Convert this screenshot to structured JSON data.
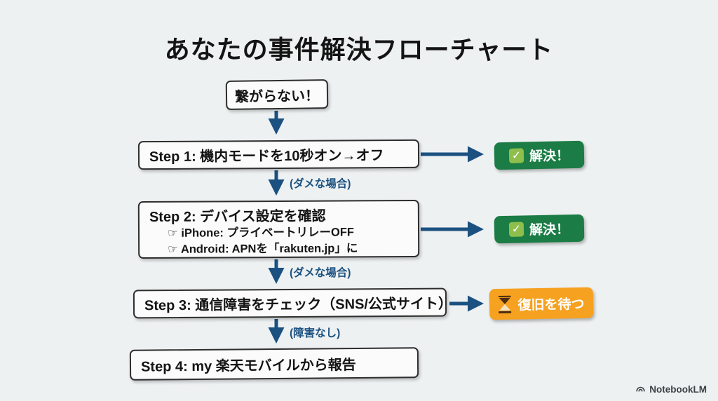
{
  "title": "あなたの事件解決フローチャート",
  "watermark": "NotebookLM",
  "flow": {
    "start_label": "繋がらない！",
    "steps": [
      {
        "title": "Step 1: 機内モードを10秒オン→オフ"
      },
      {
        "title": "Step 2: デバイス設定を確認",
        "details": [
          "☞ iPhone: プライベートリレーOFF",
          "☞ Android: APNを「rakuten.jp」に"
        ]
      },
      {
        "title": "Step 3: 通信障害をチェック（SNS/公式サイト）"
      },
      {
        "title": "Step 4: my 楽天モバイルから報告"
      }
    ],
    "branch_labels": [
      "(ダメな場合)",
      "(ダメな場合)",
      "(障害なし)"
    ],
    "outcomes": [
      {
        "icon": "check-badge",
        "glyph": "✓",
        "label": "解決！",
        "color": "#1b7c45"
      },
      {
        "icon": "check-badge",
        "glyph": "✓",
        "label": "解決！",
        "color": "#1b7c45"
      },
      {
        "icon": "hourglass",
        "label": "復旧を待つ",
        "color": "#f6a11f"
      }
    ]
  },
  "colors": {
    "background": "#eef1f2",
    "box_fill": "#fbfbfb",
    "box_border": "#2e2e2e",
    "arrow": "#1b5181",
    "success": "#1b7c45",
    "wait": "#f6a11f",
    "title_text": "#141414",
    "outcome_text": "#ffffff"
  }
}
